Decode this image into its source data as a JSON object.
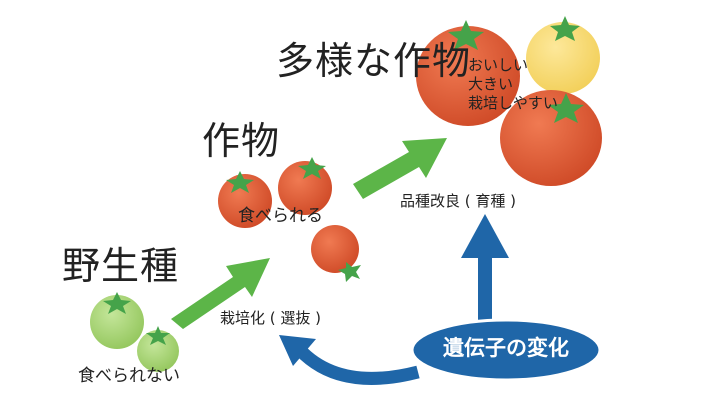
{
  "stages": {
    "wild": {
      "title": "野生種",
      "note": "食べられない"
    },
    "crop": {
      "title": "作物",
      "note": "食べられる"
    },
    "diverse": {
      "title": "多様な作物",
      "traits": [
        "おいしい",
        "大きい",
        "栽培しやすい"
      ]
    }
  },
  "processes": {
    "selection": "栽培化 ( 選抜 )",
    "breeding": "品種改良 ( 育種 )"
  },
  "cause": "遺伝子の変化",
  "colors": {
    "arrow_green": "#5cb548",
    "arrow_blue": "#1f66a8",
    "tomato_red": "#df5a34",
    "tomato_yellow": "#f8db6c",
    "tomato_green": "#a5d46d",
    "leaf": "#45a34a"
  }
}
